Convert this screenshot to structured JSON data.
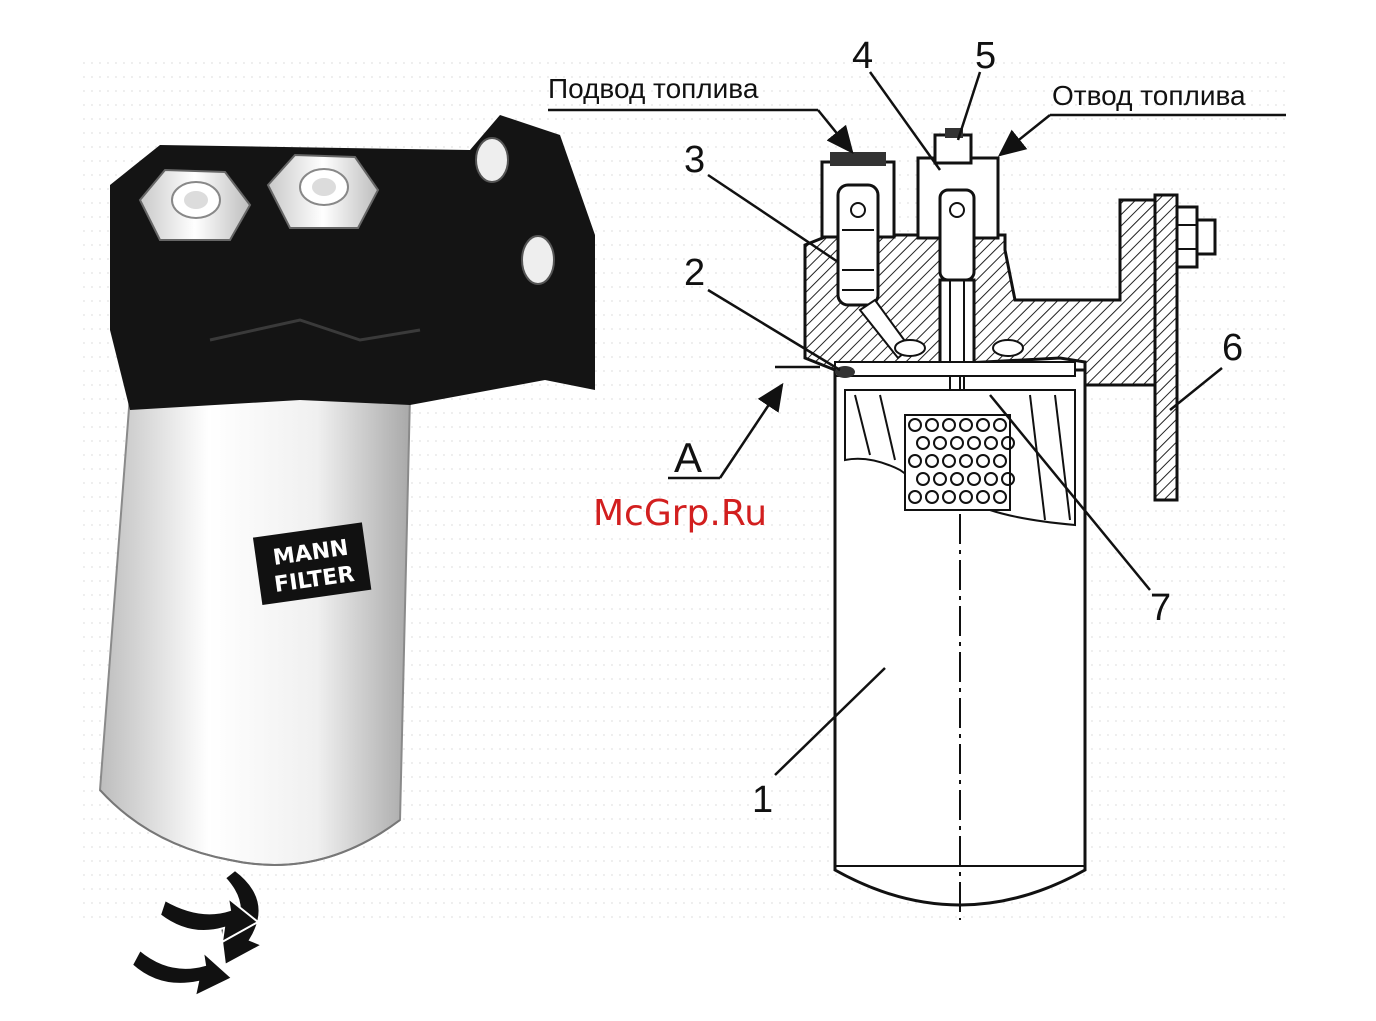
{
  "labels": {
    "fuel_in": "Подвод топлива",
    "fuel_out": "Отвод топлива",
    "section_a": "A",
    "part_1": "1",
    "part_2": "2",
    "part_3": "3",
    "part_4": "4",
    "part_5": "5",
    "part_6": "6",
    "part_7": "7"
  },
  "brand": {
    "line1": "MANN",
    "line2": "FILTER"
  },
  "watermark": "McGrp.Ru",
  "colors": {
    "ink": "#111111",
    "watermark": "#d21f1f",
    "head_black": "#141414",
    "canister_light": "#f2f2f2"
  }
}
